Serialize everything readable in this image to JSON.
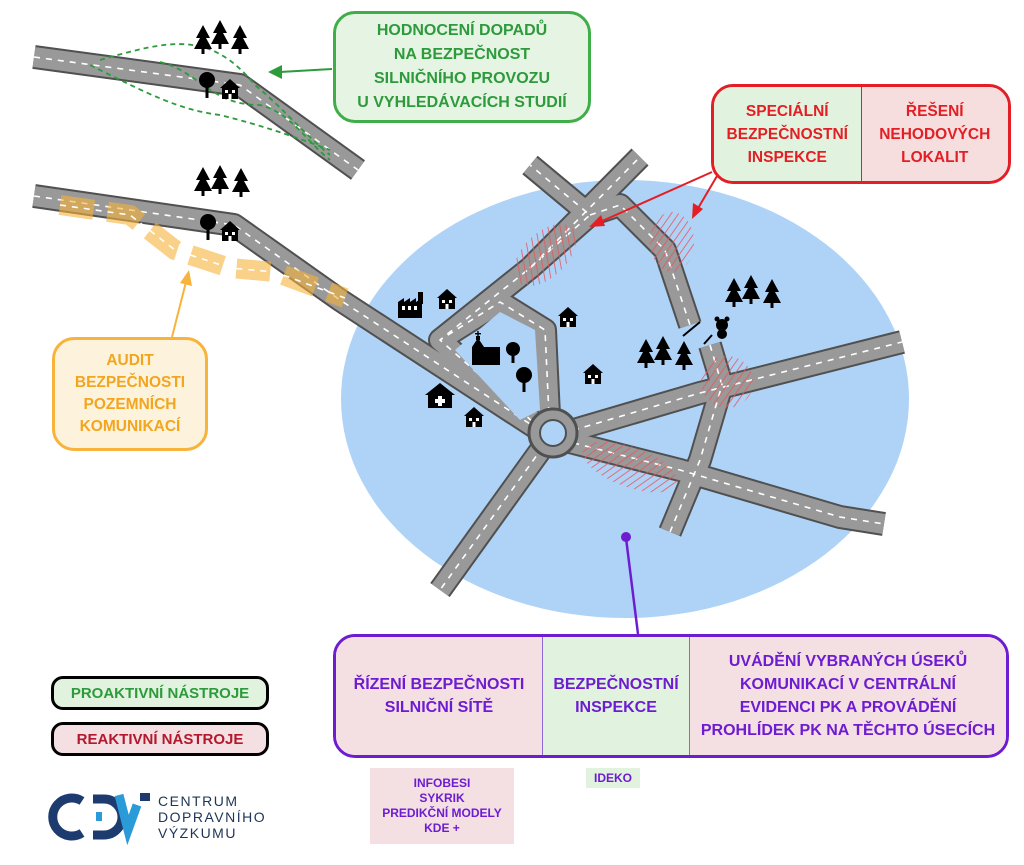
{
  "boxes": {
    "impact_assessment": "HODNOCENÍ DOPADŮ\nNA BEZPEČNOST\nSILNIČNÍHO PROVOZU\nU VYHLEDÁVACÍCH STUDIÍ",
    "road_audit": "AUDIT\nBEZPEČNOSTI\nPOZEMNÍCH\nKOMUNIKACÍ",
    "special_inspection": "SPECIÁLNÍ\nBEZPEČNOSTNÍ\nINSPEKCE",
    "accident_locations": "ŘEŠENÍ\nNEHODOVÝCH\nLOKALIT",
    "network_management": "ŘÍZENÍ BEZPEČNOSTI\nSILNIČNÍ SÍTĚ",
    "safety_inspection": "BEZPEČNOSTNÍ\nINSPEKCE",
    "central_registry": "UVÁDĚNÍ VYBRANÝCH ÚSEKŮ\nKOMUNIKACÍ V CENTRÁLNÍ\nEVIDENCI PK A PROVÁDĚNÍ\nPROHLÍDEK PK NA TĚCHTO ÚSECÍCH"
  },
  "legend": {
    "proactive": "PROAKTIVNÍ NÁSTROJE",
    "reactive": "REAKTIVNÍ NÁSTROJE"
  },
  "tools": {
    "reactive_tools": "INFOBESI\nSYKRIK\nPREDIKČNÍ MODELY\nKDE +",
    "proactive_tools": "IDEKO"
  },
  "logo": {
    "text": "CENTRUM\nDOPRAVNÍHO\nVÝZKUMU"
  },
  "colors": {
    "proactive": "#3fae49",
    "audit": "#f7b33b",
    "reactive": "#e31e24",
    "network": "#6d1cd1",
    "area": "#afd3f7",
    "road": "#8c8c8c"
  },
  "icons": [
    "tree-icon",
    "house-icon",
    "factory-icon",
    "church-icon",
    "hospital-icon",
    "bear-icon"
  ]
}
